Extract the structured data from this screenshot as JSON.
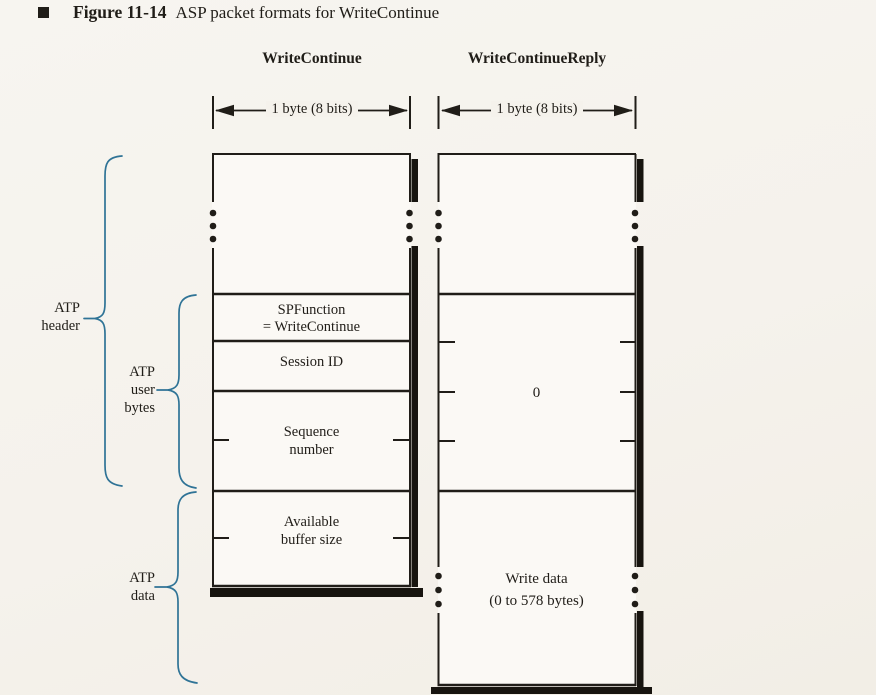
{
  "figure": {
    "bullet_icon": "square-bullet",
    "label": "Figure 11-14",
    "caption": "ASP packet formats for WriteContinue"
  },
  "colors": {
    "ink": "#201d18",
    "brace": "#2f7396",
    "paper": "#f5f2ec",
    "box_fill": "#fbf9f5",
    "shadow": "#17140f"
  },
  "packets": {
    "left": {
      "title": "WriteContinue",
      "byte_scale": "1 byte (8 bits)",
      "cells": [
        {
          "lines": [
            "SPFunction",
            "= WriteContinue"
          ]
        },
        {
          "lines": [
            "Session ID"
          ]
        },
        {
          "lines": [
            "Sequence",
            "number"
          ]
        },
        {
          "lines": [
            "Available",
            "buffer size"
          ]
        }
      ]
    },
    "right": {
      "title": "WriteContinueReply",
      "byte_scale": "1 byte (8 bits)",
      "cells": [
        {
          "lines": [
            "0"
          ]
        },
        {
          "lines": [
            "Write data",
            "(0 to 578 bytes)"
          ]
        }
      ]
    }
  },
  "braces": [
    {
      "lines": [
        "ATP",
        "header"
      ]
    },
    {
      "lines": [
        "ATP",
        "user",
        "bytes"
      ]
    },
    {
      "lines": [
        "ATP",
        "data"
      ]
    }
  ]
}
